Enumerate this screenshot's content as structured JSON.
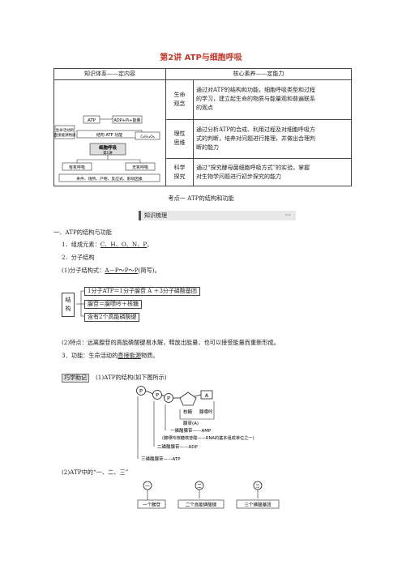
{
  "title": "第2讲   ATP与细胞呼吸",
  "table": {
    "header_left": "知识体系——定内容",
    "header_right": "核心素养——定能力",
    "rows": [
      {
        "label_lines": [
          "生命",
          "观念"
        ],
        "text_lines": [
          "通过对ATP的结构和功能，细胞呼吸类型和过程",
          "的学习，建立起生命的物质与能量观和普遍联系",
          "的观点"
        ]
      },
      {
        "label_lines": [
          "理性",
          "思维"
        ],
        "text_lines": [
          "通过分析ATP的合成、利用过程及对细胞呼吸方",
          "式的判断，培养对问题进行推理，并做出合理判",
          "断的能力"
        ]
      },
      {
        "label_lines": [
          "科学",
          "探究"
        ],
        "text_lines": [
          "通过“探究酵母菌细胞呼吸方式”的实验，掌握",
          "对生物学问题进行初步探究的能力"
        ]
      }
    ],
    "concept_map": {
      "atp": "ATP",
      "adp": "ADP+Pi+能量",
      "atp_label": "ATP",
      "structure": "结构  ATP  功能",
      "side_left_1": "生命活动的",
      "side_left_2": "直接能源物质",
      "center": "细胞呼吸",
      "center_sub": "第1讲",
      "right_box": "C₆H₁₂O₆",
      "left_bottom": "有氧呼吸",
      "right_bottom": "无氧呼吸",
      "bottom": "条件、场所、产物、反应式、影响因素"
    }
  },
  "section_heading": "考点一   ATP的结构和功能",
  "banner": {
    "label": "知识梳理",
    "arrows": "»»"
  },
  "lines": {
    "l1": "一、ATP的结构与功能",
    "l2_prefix": "1．组成元素：",
    "l2_answer": "C、H、O、N、P",
    "l2_suffix": "。",
    "l3": "2．分子结构",
    "l4_prefix": "(1)分子结构式：",
    "l4_answer": "A－P～P～P",
    "l4_suffix": "(简写)。",
    "bracket_label": [
      "结",
      "构"
    ],
    "bracket_items": [
      "1分子ATP＝1分子腺苷  A  ＋3分子磷酸基团",
      "腺苷＝腺嘌呤＋核糖",
      "含有2个高能磷酸键"
    ],
    "l5": "(2)特点：远离腺苷的高能磷酸键易水解，释放出能量，也可以接受能量而重新形成。",
    "l6_prefix": "3．功能：生命活动的",
    "l6_answer": "直接能源",
    "l6_suffix": "物质。",
    "tip_label": "巧学助记",
    "tip_text": "(1)ATP的结构(如下图所示)",
    "l7": "(2)ATP中的“一、二、三”"
  },
  "atp_diagram": {
    "p": "P",
    "a": "A",
    "ribose": "核糖",
    "adenine": "腺嘌呤",
    "adenosine": "腺苷(A)",
    "amp": "一磷酸腺苷——AMP",
    "amp_note": "(腺嘌呤核糖核苷酸——RNA的基本组成单位之一)",
    "adp": "二磷酸腺苷——ADP",
    "atp": "三磷酸腺苷——ATP"
  },
  "triple": {
    "nums": [
      "一",
      "二",
      "三"
    ],
    "labels": [
      "一个腺苷",
      "二个高能磷酸键",
      "三个磷酸基团"
    ]
  }
}
